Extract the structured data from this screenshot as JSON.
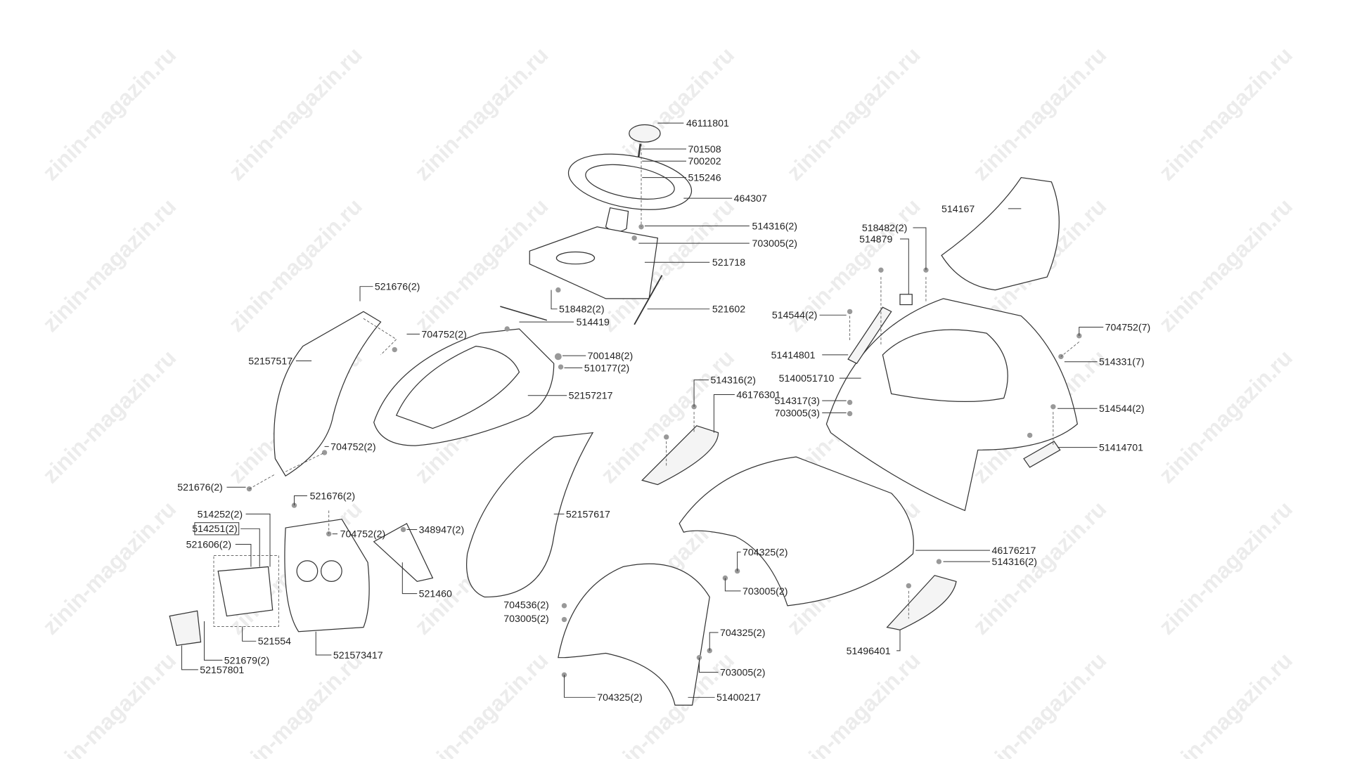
{
  "watermark": "zinin-magazin.ru",
  "labels": {
    "p46111801": "46111801",
    "p701508": "701508",
    "p700202": "700202",
    "p515246": "515246",
    "p464307": "464307",
    "p514316_a": "514316(2)",
    "p703005_a": "703005(2)",
    "p521718": "521718",
    "p521602": "521602",
    "p518482_a": "518482(2)",
    "p514419": "514419",
    "p521676_a": "521676(2)",
    "p704752_a": "704752(2)",
    "p52157517": "52157517",
    "p700148": "700148(2)",
    "p510177": "510177(2)",
    "p52157217": "52157217",
    "p704752_b": "704752(2)",
    "p521676_b": "521676(2)",
    "p521676_c": "521676(2)",
    "p514252": "514252(2)",
    "p514251": "514251(2)",
    "p521606": "521606(2)",
    "p704752_c": "704752(2)",
    "p348947": "348947(2)",
    "p52157617": "52157617",
    "p521460": "521460",
    "p521554": "521554",
    "p521573417": "521573417",
    "p521679": "521679(2)",
    "p52157801": "52157801",
    "p704536": "704536(2)",
    "p703005_b": "703005(2)",
    "p704325_a": "704325(2)",
    "p703005_c": "703005(2)",
    "p704325_b": "704325(2)",
    "p703005_d": "703005(2)",
    "p704325_c": "704325(2)",
    "p51400217": "51400217",
    "p514167": "514167",
    "p518482_b": "518482(2)",
    "p514879": "514879",
    "p514544_a": "514544(2)",
    "p51414801": "51414801",
    "p704752_d": "704752(7)",
    "p514331": "514331(7)",
    "p5140051710": "5140051710",
    "p514316_b": "514316(2)",
    "p46176301": "46176301",
    "p514317": "514317(3)",
    "p703005_e": "703005(3)",
    "p514544_b": "514544(2)",
    "p51414701": "51414701",
    "p46176217": "46176217",
    "p514316_c": "514316(2)",
    "p51496401": "51496401"
  }
}
